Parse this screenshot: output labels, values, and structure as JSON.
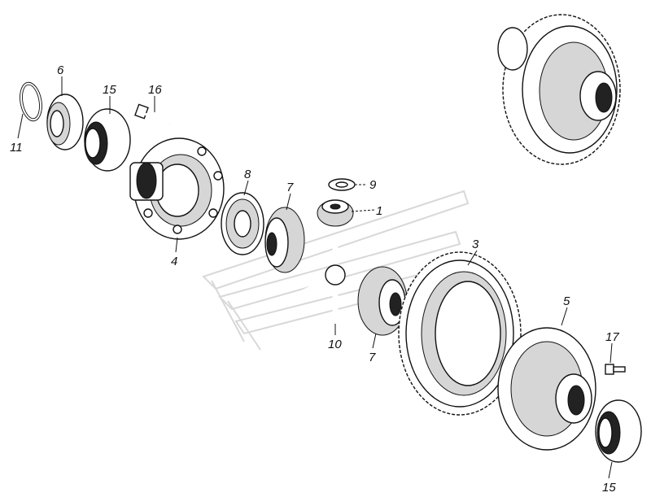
{
  "diagram": {
    "callouts": [
      {
        "id": "c11a",
        "text": "11"
      },
      {
        "id": "c6",
        "text": "6"
      },
      {
        "id": "c15a",
        "text": "15"
      },
      {
        "id": "c16",
        "text": "16"
      },
      {
        "id": "c8",
        "text": "8"
      },
      {
        "id": "c9",
        "text": "9"
      },
      {
        "id": "c1",
        "text": "1"
      },
      {
        "id": "c7a",
        "text": "7"
      },
      {
        "id": "c4",
        "text": "4"
      },
      {
        "id": "c3",
        "text": "3"
      },
      {
        "id": "c10",
        "text": "10"
      },
      {
        "id": "c7b",
        "text": "7"
      },
      {
        "id": "c5",
        "text": "5"
      },
      {
        "id": "c17",
        "text": "17"
      },
      {
        "id": "c15b",
        "text": "15"
      }
    ]
  },
  "colors": {
    "line": "#111111",
    "background": "#ffffff",
    "watermark": "#d8d8d8"
  }
}
